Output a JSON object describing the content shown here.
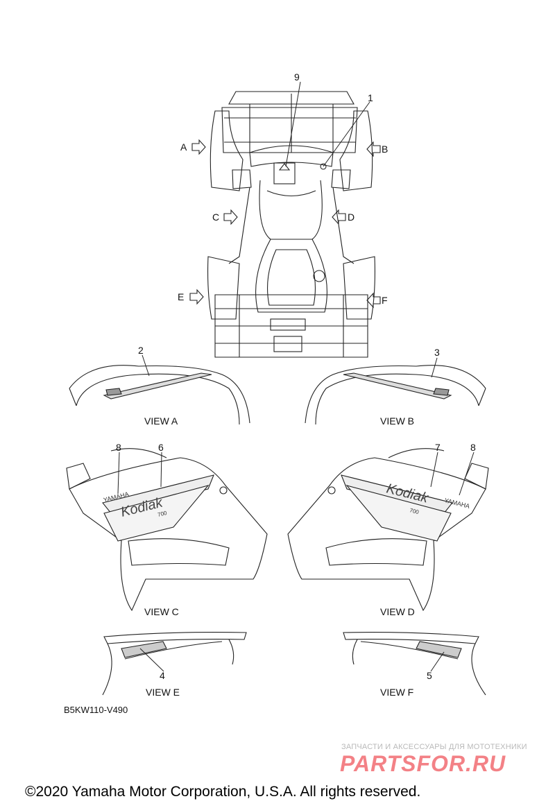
{
  "callouts": [
    "1",
    "2",
    "3",
    "4",
    "5",
    "6",
    "7",
    "8",
    "9"
  ],
  "views": {
    "a_marker": "A",
    "b_marker": "B",
    "c_marker": "C",
    "d_marker": "D",
    "e_marker": "E",
    "f_marker": "F",
    "view_a": "VIEW A",
    "view_b": "VIEW B",
    "view_c": "VIEW C",
    "view_d": "VIEW D",
    "view_e": "VIEW E",
    "view_f": "VIEW F"
  },
  "decals": {
    "yamaha": "YAMAHA",
    "kodiak": "Kodiak",
    "model": "700"
  },
  "part_code": "B5KW110-V490",
  "watermark": {
    "tagline": "ЗАПЧАСТИ И АКСЕССУАРЫ ДЛЯ МОТОТЕХНИКИ",
    "brand": "PARTSFOR.RU"
  },
  "copyright": "©2020 Yamaha Motor Corporation, U.S.A. All rights reserved."
}
